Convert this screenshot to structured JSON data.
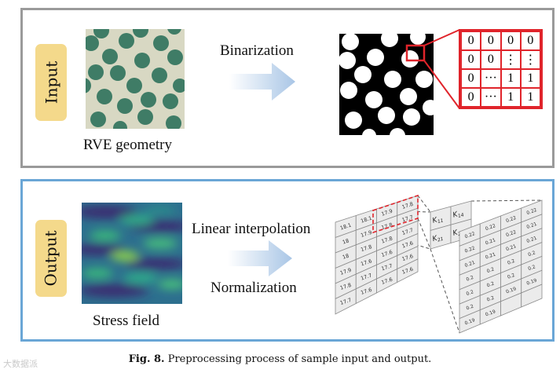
{
  "input_panel": {
    "tag": "Input",
    "geometry_label": "RVE geometry",
    "arrow_label": "Binarization",
    "matrix": [
      [
        "0",
        "0",
        "0",
        "0"
      ],
      [
        "0",
        "0",
        "⋮",
        "⋮"
      ],
      [
        "0",
        "···",
        "1",
        "1"
      ],
      [
        "0",
        "···",
        "1",
        "1"
      ]
    ]
  },
  "output_panel": {
    "tag": "Output",
    "field_label": "Stress field",
    "arrow_label_top": "Linear interpolation",
    "arrow_label_bottom": "Normalization",
    "left_grid": [
      [
        "18.1",
        "18.1",
        "17.9",
        "17.8"
      ],
      [
        "18",
        "17.9",
        "17.8",
        "17.7"
      ],
      [
        "18",
        "17.8",
        "17.8",
        "17.7"
      ],
      [
        "17.9",
        "17.6",
        "17.6",
        "17.6"
      ],
      [
        "17.8",
        "17.7",
        "17.7",
        "17.6"
      ],
      [
        "17.7",
        "17.6",
        "17.6",
        "17.6"
      ]
    ],
    "kernel": [
      [
        "K11",
        "K14"
      ],
      [
        "K21",
        "K24"
      ]
    ],
    "right_grid": [
      [
        "0.22",
        "0.22",
        "0.22",
        "0.22"
      ],
      [
        "0.22",
        "0.21",
        "0.22",
        "0.21"
      ],
      [
        "0.21",
        "0.21",
        "0.21",
        "0.21"
      ],
      [
        "0.2",
        "0.2",
        "0.2",
        "0.2"
      ],
      [
        "0.2",
        "0.2",
        "0.2",
        "0.2"
      ],
      [
        "0.2",
        "0.2",
        "0.19",
        "0.19"
      ],
      [
        "0.19",
        "0.19",
        "",
        ""
      ]
    ]
  },
  "caption": {
    "label": "Fig. 8.",
    "text": "Preprocessing process of sample input and output."
  },
  "watermark": "大数据派",
  "colors": {
    "input_border": "#9a9a9a",
    "output_border": "#6aa6d6",
    "tag_fill": "#f4d98b",
    "rve_matrix": "#d8d8c3",
    "rve_inclusion": "#3f7c66",
    "matrix_border": "#e0242b",
    "arrow": "#a9c6e6"
  }
}
